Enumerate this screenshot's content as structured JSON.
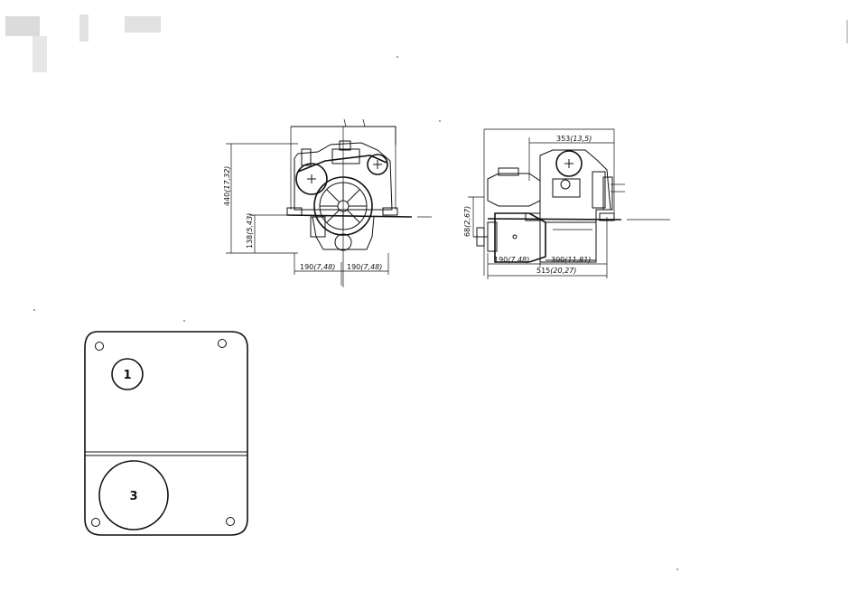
{
  "front_view": {
    "height_total": "440",
    "height_total_in": "(17,32)",
    "height_lower": "138",
    "height_lower_in": "(5,43)",
    "half_width_left": "190",
    "half_width_left_in": "(7,48)",
    "half_width_right": "190",
    "half_width_right_in": "(7,48)"
  },
  "side_view": {
    "top_length": "353",
    "top_length_in": "(13,5)",
    "offset_height": "68",
    "offset_height_in": "(2,67)",
    "left_length": "190",
    "left_length_in": "(7,48)",
    "right_length": "300",
    "right_length_in": "(11,81)",
    "total_length": "515",
    "total_length_in": "(20,27)"
  },
  "plate": {
    "circle_1_label": "1",
    "circle_3_label": "3"
  }
}
